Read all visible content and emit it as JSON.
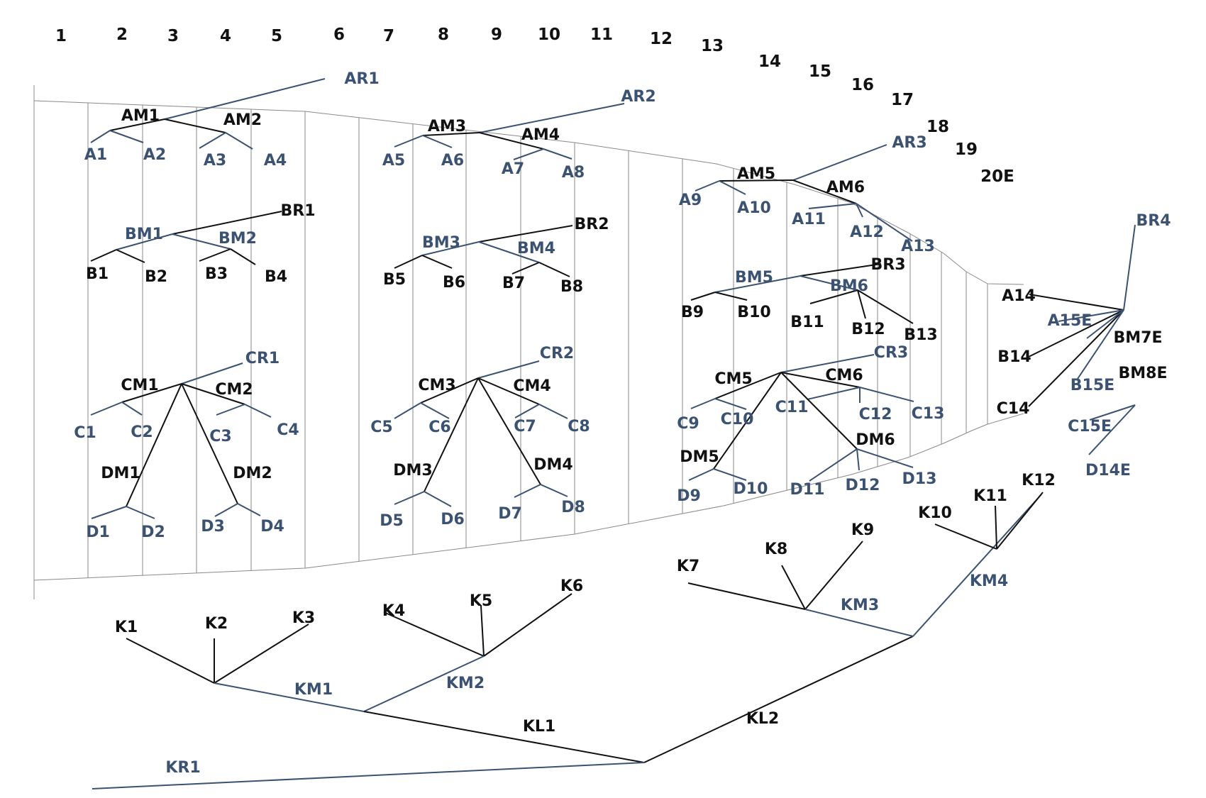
{
  "colors": {
    "black": "#111111",
    "blue": "#3b5272",
    "outline": "#8a8a8a"
  },
  "columns": [
    "1",
    "2",
    "3",
    "4",
    "5",
    "6",
    "7",
    "8",
    "9",
    "10",
    "11",
    "12",
    "13",
    "14",
    "15",
    "16",
    "17",
    "18",
    "19",
    "20E"
  ],
  "labels": {
    "AR1": {
      "t": "AR1",
      "c": "blue"
    },
    "AR2": {
      "t": "AR2",
      "c": "blue"
    },
    "AR3": {
      "t": "AR3",
      "c": "blue"
    },
    "AM1": {
      "t": "AM1",
      "c": "black"
    },
    "AM2": {
      "t": "AM2",
      "c": "black"
    },
    "AM3": {
      "t": "AM3",
      "c": "black"
    },
    "AM4": {
      "t": "AM4",
      "c": "black"
    },
    "AM5": {
      "t": "AM5",
      "c": "black"
    },
    "AM6": {
      "t": "AM6",
      "c": "black"
    },
    "A1": {
      "t": "A1",
      "c": "blue"
    },
    "A2": {
      "t": "A2",
      "c": "blue"
    },
    "A3": {
      "t": "A3",
      "c": "blue"
    },
    "A4": {
      "t": "A4",
      "c": "blue"
    },
    "A5": {
      "t": "A5",
      "c": "blue"
    },
    "A6": {
      "t": "A6",
      "c": "blue"
    },
    "A7": {
      "t": "A7",
      "c": "blue"
    },
    "A8": {
      "t": "A8",
      "c": "blue"
    },
    "A9": {
      "t": "A9",
      "c": "blue"
    },
    "A10": {
      "t": "A10",
      "c": "blue"
    },
    "A11": {
      "t": "A11",
      "c": "blue"
    },
    "A12": {
      "t": "A12",
      "c": "blue"
    },
    "A13": {
      "t": "A13",
      "c": "blue"
    },
    "A14": {
      "t": "A14",
      "c": "black"
    },
    "A15E": {
      "t": "A15E",
      "c": "blue"
    },
    "BR1": {
      "t": "BR1",
      "c": "black"
    },
    "BR2": {
      "t": "BR2",
      "c": "black"
    },
    "BR3": {
      "t": "BR3",
      "c": "black"
    },
    "BR4": {
      "t": "BR4",
      "c": "blue"
    },
    "BM1": {
      "t": "BM1",
      "c": "blue"
    },
    "BM2": {
      "t": "BM2",
      "c": "blue"
    },
    "BM3": {
      "t": "BM3",
      "c": "blue"
    },
    "BM4": {
      "t": "BM4",
      "c": "blue"
    },
    "BM5": {
      "t": "BM5",
      "c": "blue"
    },
    "BM6": {
      "t": "BM6",
      "c": "blue"
    },
    "BM7E": {
      "t": "BM7E",
      "c": "black"
    },
    "BM8E": {
      "t": "BM8E",
      "c": "black"
    },
    "B1": {
      "t": "B1",
      "c": "black"
    },
    "B2": {
      "t": "B2",
      "c": "black"
    },
    "B3": {
      "t": "B3",
      "c": "black"
    },
    "B4": {
      "t": "B4",
      "c": "black"
    },
    "B5": {
      "t": "B5",
      "c": "black"
    },
    "B6": {
      "t": "B6",
      "c": "black"
    },
    "B7": {
      "t": "B7",
      "c": "black"
    },
    "B8": {
      "t": "B8",
      "c": "black"
    },
    "B9": {
      "t": "B9",
      "c": "black"
    },
    "B10": {
      "t": "B10",
      "c": "black"
    },
    "B11": {
      "t": "B11",
      "c": "black"
    },
    "B12": {
      "t": "B12",
      "c": "black"
    },
    "B13": {
      "t": "B13",
      "c": "black"
    },
    "B14": {
      "t": "B14",
      "c": "black"
    },
    "B15E": {
      "t": "B15E",
      "c": "blue"
    },
    "CR1": {
      "t": "CR1",
      "c": "blue"
    },
    "CR2": {
      "t": "CR2",
      "c": "blue"
    },
    "CR3": {
      "t": "CR3",
      "c": "blue"
    },
    "CM1": {
      "t": "CM1",
      "c": "black"
    },
    "CM2": {
      "t": "CM2",
      "c": "black"
    },
    "CM3": {
      "t": "CM3",
      "c": "black"
    },
    "CM4": {
      "t": "CM4",
      "c": "black"
    },
    "CM5": {
      "t": "CM5",
      "c": "black"
    },
    "CM6": {
      "t": "CM6",
      "c": "black"
    },
    "C1": {
      "t": "C1",
      "c": "blue"
    },
    "C2": {
      "t": "C2",
      "c": "blue"
    },
    "C3": {
      "t": "C3",
      "c": "blue"
    },
    "C4": {
      "t": "C4",
      "c": "blue"
    },
    "C5": {
      "t": "C5",
      "c": "blue"
    },
    "C6": {
      "t": "C6",
      "c": "blue"
    },
    "C7": {
      "t": "C7",
      "c": "blue"
    },
    "C8": {
      "t": "C8",
      "c": "blue"
    },
    "C9": {
      "t": "C9",
      "c": "blue"
    },
    "C10": {
      "t": "C10",
      "c": "blue"
    },
    "C11": {
      "t": "C11",
      "c": "blue"
    },
    "C12": {
      "t": "C12",
      "c": "blue"
    },
    "C13": {
      "t": "C13",
      "c": "blue"
    },
    "C14": {
      "t": "C14",
      "c": "black"
    },
    "C15E": {
      "t": "C15E",
      "c": "blue"
    },
    "DM1": {
      "t": "DM1",
      "c": "black"
    },
    "DM2": {
      "t": "DM2",
      "c": "black"
    },
    "DM3": {
      "t": "DM3",
      "c": "black"
    },
    "DM4": {
      "t": "DM4",
      "c": "black"
    },
    "DM5": {
      "t": "DM5",
      "c": "black"
    },
    "DM6": {
      "t": "DM6",
      "c": "black"
    },
    "D1": {
      "t": "D1",
      "c": "blue"
    },
    "D2": {
      "t": "D2",
      "c": "blue"
    },
    "D3": {
      "t": "D3",
      "c": "blue"
    },
    "D4": {
      "t": "D4",
      "c": "blue"
    },
    "D5": {
      "t": "D5",
      "c": "blue"
    },
    "D6": {
      "t": "D6",
      "c": "blue"
    },
    "D7": {
      "t": "D7",
      "c": "blue"
    },
    "D8": {
      "t": "D8",
      "c": "blue"
    },
    "D9": {
      "t": "D9",
      "c": "blue"
    },
    "D10": {
      "t": "D10",
      "c": "blue"
    },
    "D11": {
      "t": "D11",
      "c": "blue"
    },
    "D12": {
      "t": "D12",
      "c": "blue"
    },
    "D13": {
      "t": "D13",
      "c": "blue"
    },
    "D14E": {
      "t": "D14E",
      "c": "blue"
    },
    "K1": {
      "t": "K1",
      "c": "black"
    },
    "K2": {
      "t": "K2",
      "c": "black"
    },
    "K3": {
      "t": "K3",
      "c": "black"
    },
    "K4": {
      "t": "K4",
      "c": "black"
    },
    "K5": {
      "t": "K5",
      "c": "black"
    },
    "K6": {
      "t": "K6",
      "c": "black"
    },
    "K7": {
      "t": "K7",
      "c": "black"
    },
    "K8": {
      "t": "K8",
      "c": "black"
    },
    "K9": {
      "t": "K9",
      "c": "black"
    },
    "K10": {
      "t": "K10",
      "c": "black"
    },
    "K11": {
      "t": "K11",
      "c": "black"
    },
    "K12": {
      "t": "K12",
      "c": "black"
    },
    "KM1": {
      "t": "KM1",
      "c": "blue"
    },
    "KM2": {
      "t": "KM2",
      "c": "blue"
    },
    "KM3": {
      "t": "KM3",
      "c": "blue"
    },
    "KM4": {
      "t": "KM4",
      "c": "blue"
    },
    "KL1": {
      "t": "KL1",
      "c": "black"
    },
    "KL2": {
      "t": "KL2",
      "c": "black"
    },
    "KR1": {
      "t": "KR1",
      "c": "blue"
    }
  }
}
